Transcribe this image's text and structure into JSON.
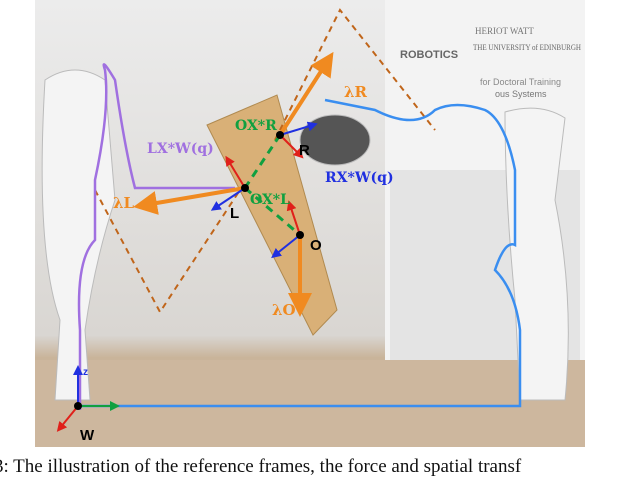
{
  "figure": {
    "labels": {
      "lambda_r": "λR",
      "o_x_r": "OX*R",
      "r": "R",
      "r_x_w": "RX*W(q)",
      "l_x_w": "LX*W(q)",
      "lambda_l": "λL",
      "o_x_l": "OX*L",
      "l": "L",
      "o": "O",
      "lambda_o": "λO",
      "w": "W",
      "z": "z"
    },
    "poster_text": {
      "robotics": "ROBOTICS",
      "heriot": "HERIOT WATT",
      "edinburgh": "THE UNIVERSITY of EDINBURGH",
      "cdt": "for Doctoral Training",
      "systems": "ous Systems"
    },
    "colors": {
      "left_arm": "#a070e0",
      "right_arm": "#3a8ef0",
      "force": "#f08a20",
      "frame_x": "#e0201a",
      "frame_y": "#10a040",
      "frame_z": "#2030e0",
      "dashed": "#c0651a"
    }
  },
  "caption": "3: The illustration of the reference frames, the force and spatial transf"
}
